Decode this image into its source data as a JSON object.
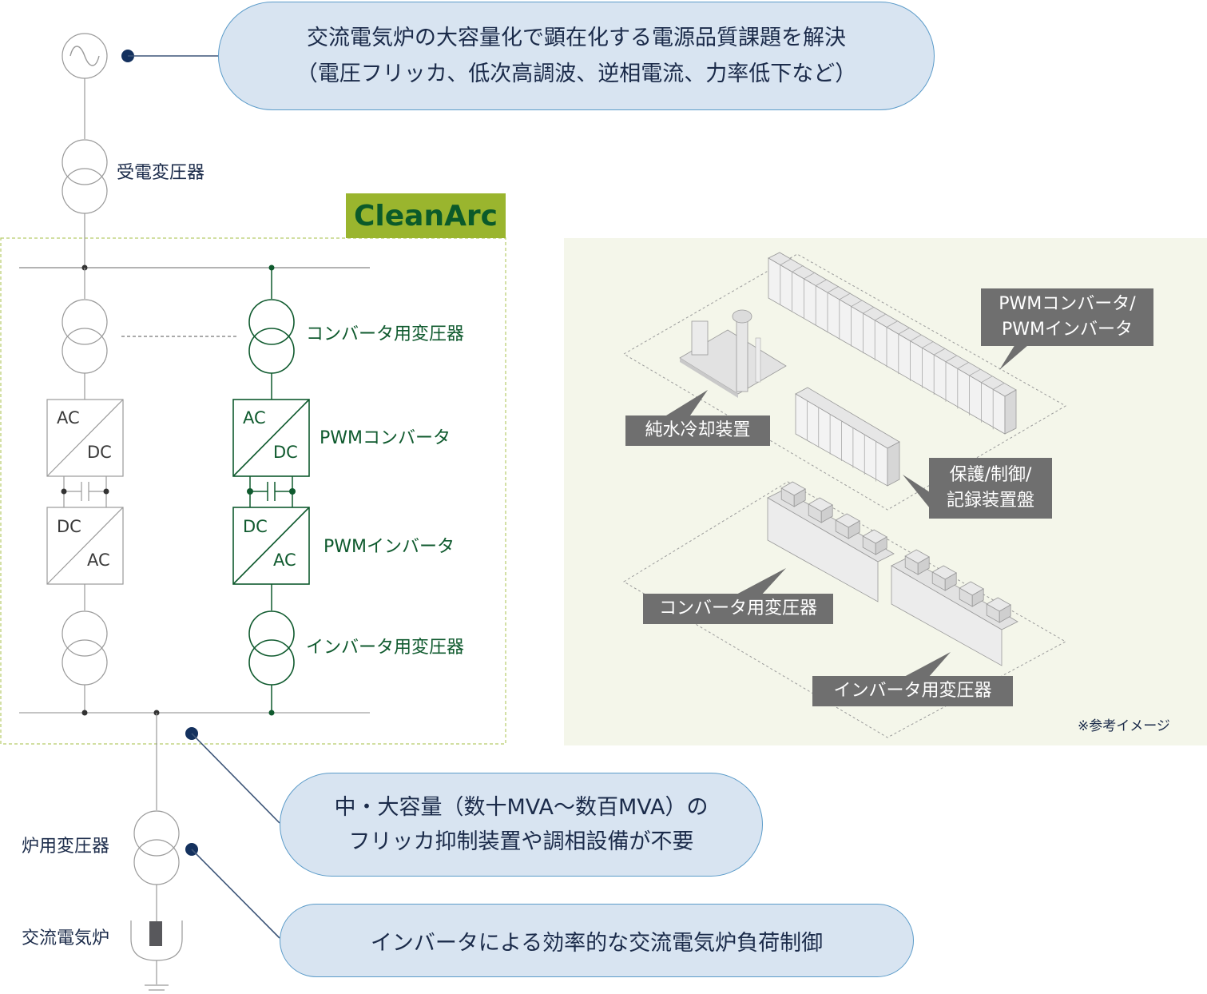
{
  "callouts": {
    "top": {
      "line1": "交流電気炉の大容量化で顕在化する電源品質課題を解決",
      "line2": "（電圧フリッカ、低次高調波、逆相電流、力率低下など）"
    },
    "middle": {
      "line1": "中・大容量（数十MVA〜数百MVA）の",
      "line2": "フリッカ抑制装置や調相設備が不要"
    },
    "bottom": {
      "line1": "インバータによる効率的な交流電気炉負荷制御"
    }
  },
  "brand": {
    "name": "CleanArc"
  },
  "single_line_diagram": {
    "labels": {
      "receiving_transformer": "受電変圧器",
      "converter_transformer": "コンバータ用変圧器",
      "pwm_converter": "PWMコンバータ",
      "pwm_inverter": "PWMインバータ",
      "inverter_transformer": "インバータ用変圧器",
      "furnace_transformer": "炉用変圧器",
      "ac_furnace": "交流電気炉"
    },
    "converter_blocks": {
      "ac": "AC",
      "dc": "DC"
    }
  },
  "reference_image": {
    "tags": {
      "pwm_units_line1": "PWMコンバータ/",
      "pwm_units_line2": "PWMインバータ",
      "cooling": "純水冷却装置",
      "panel_line1": "保護/制御/",
      "panel_line2": "記録装置盤",
      "conv_tr": "コンバータ用変圧器",
      "inv_tr": "インバータ用変圧器"
    },
    "note": "※参考イメージ"
  },
  "colors": {
    "green": "#0f5a2e",
    "gray_line": "#9a9a9a",
    "navy": "#14315e",
    "pill_fill": "#d8e4f1",
    "pill_border": "#5b9bc9",
    "brand_bg": "#9ab52e",
    "panel_bg": "#f4f6ea",
    "tag_bg": "#6f6f6f"
  }
}
